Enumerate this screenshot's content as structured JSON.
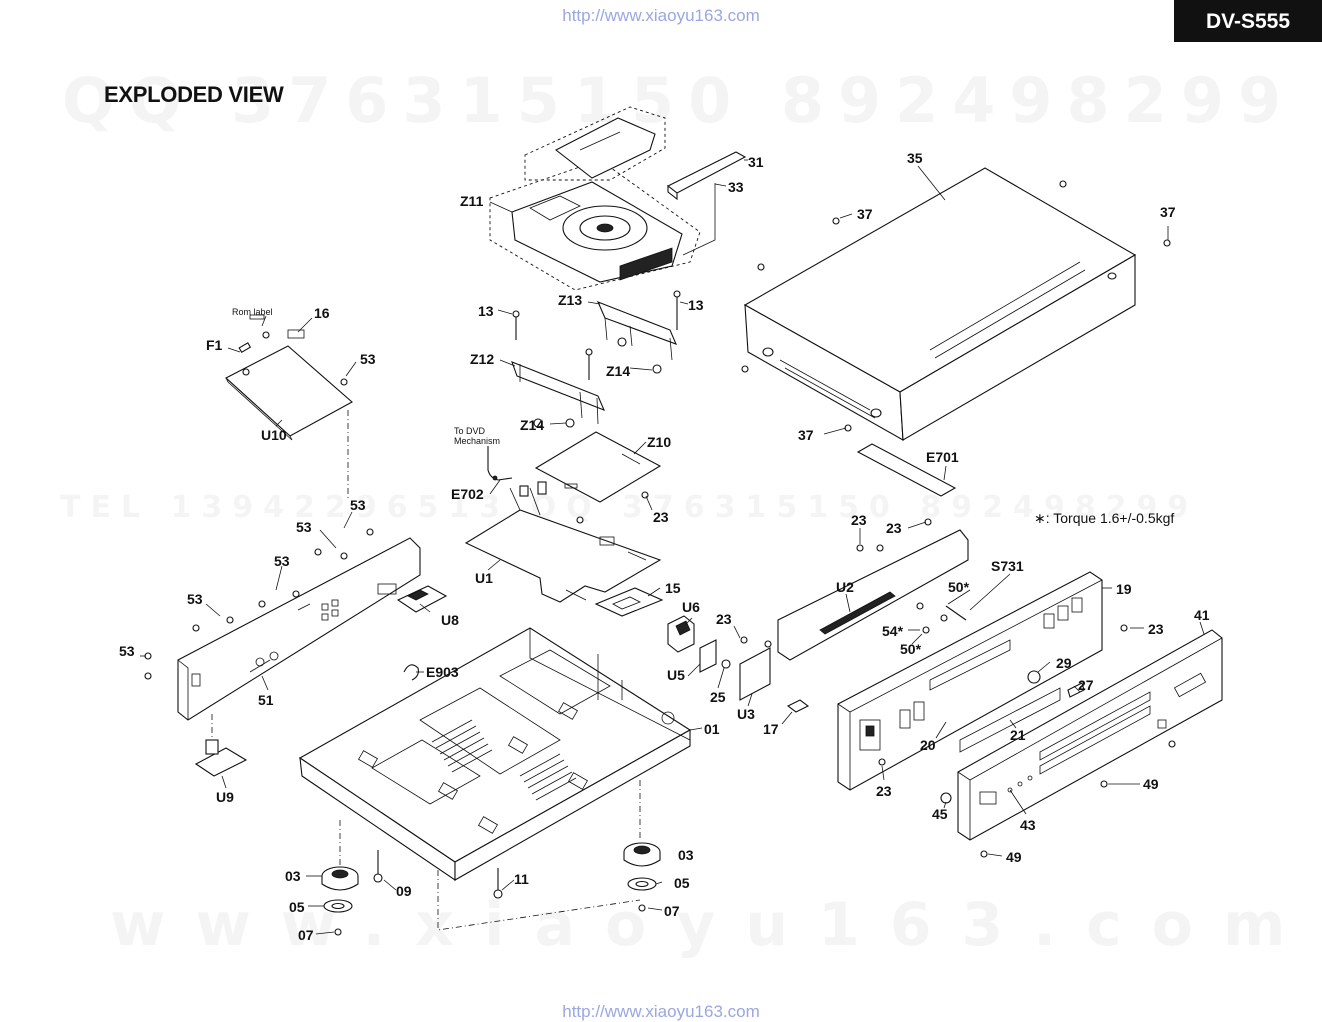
{
  "header": {
    "url_top": "http://www.xiaoyu163.com",
    "url_bottom": "http://www.xiaoyu163.com",
    "model": "DV-S555",
    "title": "EXPLODED VIEW"
  },
  "note": {
    "torque": "∗: Torque 1.6+/-0.5kgf"
  },
  "watermarks": {
    "top": "QQ 376315150  892498299",
    "middle": "TEL 13942296513  QQ 376315150  892498299",
    "bottom": "www.xiaoyu163.com"
  },
  "callouts": {
    "c31": "31",
    "c33": "33",
    "c35": "35",
    "c37a": "37",
    "c37b": "37",
    "c37c": "37",
    "z11": "Z11",
    "z13": "Z13",
    "c13a": "13",
    "c13b": "13",
    "z12": "Z12",
    "z14a": "Z14",
    "z14b": "Z14",
    "z10": "Z10",
    "e702": "E702",
    "to_dvd": "To DVD",
    "mechanism": "Mechanism",
    "c23a": "23",
    "u1": "U1",
    "c15": "15",
    "e701": "E701",
    "c23b": "23",
    "c23c": "23",
    "u2": "U2",
    "s731": "S731",
    "c50a": "50*",
    "c54": "54*",
    "c50b": "50*",
    "c19": "19",
    "c23d": "23",
    "c41": "41",
    "u6": "U6",
    "c23e": "23",
    "u5": "U5",
    "c25": "25",
    "u3": "U3",
    "c17": "17",
    "c29": "29",
    "c27": "27",
    "c20": "20",
    "c21": "21",
    "c23f": "23",
    "c49a": "49",
    "c45": "45",
    "c43": "43",
    "c49b": "49",
    "rom_label": "Rom label",
    "c16": "16",
    "f1": "F1",
    "c53a": "53",
    "u10": "U10",
    "c53b": "53",
    "c53c": "53",
    "c53d": "53",
    "c53e": "53",
    "c53f": "53",
    "u8": "U8",
    "e903": "E903",
    "c51": "51",
    "u9": "U9",
    "c01": "01",
    "c03a": "03",
    "c09": "09",
    "c05a": "05",
    "c07a": "07",
    "c11": "11",
    "c03b": "03",
    "c05b": "05",
    "c07b": "07"
  }
}
